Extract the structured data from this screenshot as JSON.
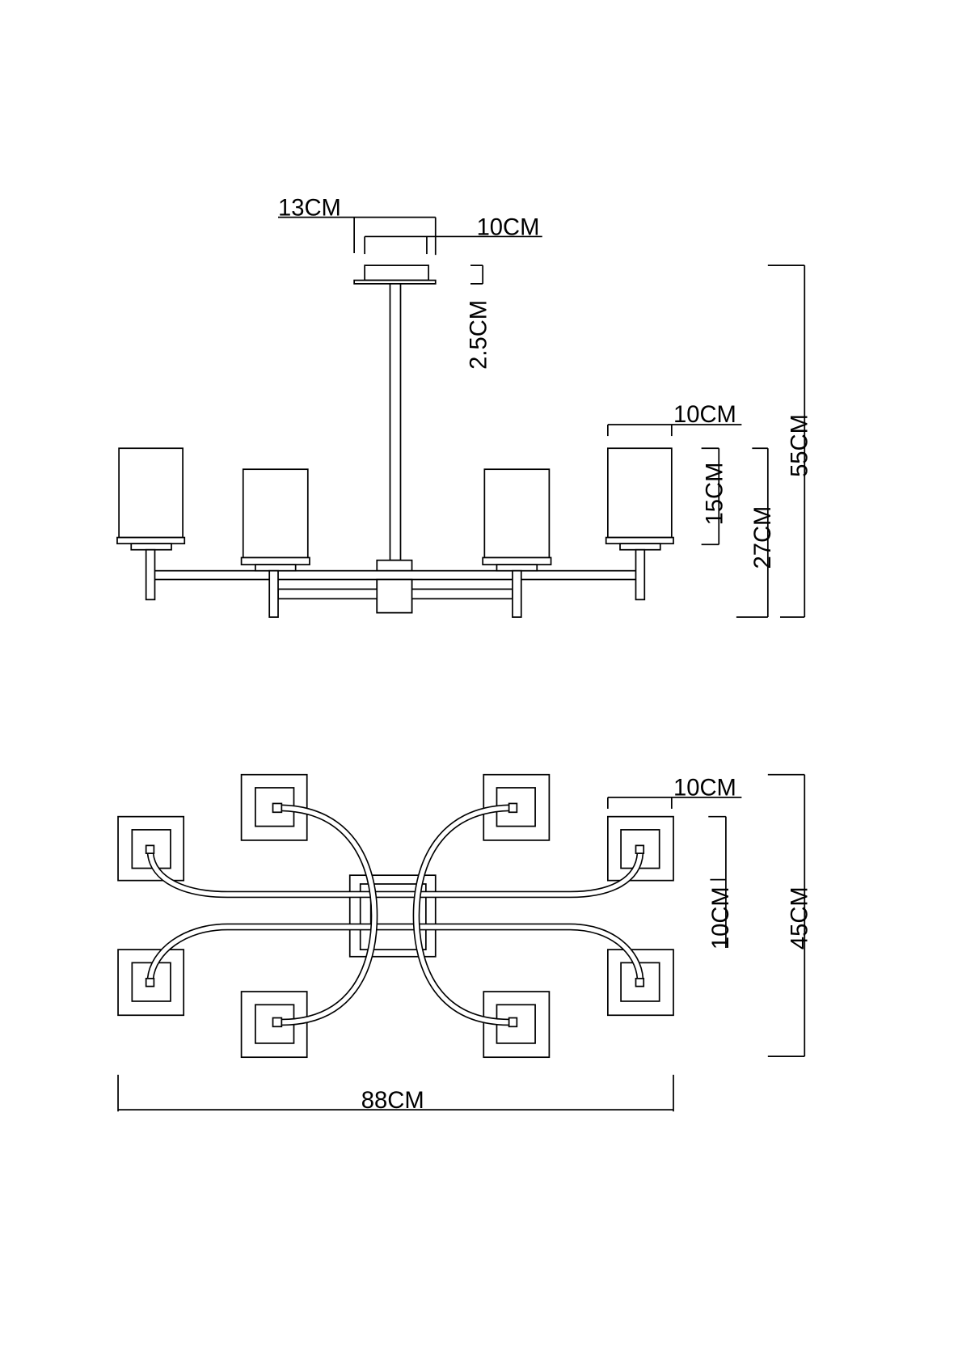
{
  "title": "Chandelier dimension drawing",
  "side_view": {
    "canopy_outer_width": "13CM",
    "canopy_inner_width": "10CM",
    "canopy_height": "2.5CM",
    "shade_diameter": "10CM",
    "shade_height": "15CM",
    "body_height": "27CM",
    "overall_height": "55CM"
  },
  "top_view": {
    "shade_width": "10CM",
    "bar_spacing": "10CM",
    "overall_depth": "45CM",
    "overall_width": "88CM"
  },
  "colors": {
    "line": "#000000",
    "background": "#ffffff"
  }
}
